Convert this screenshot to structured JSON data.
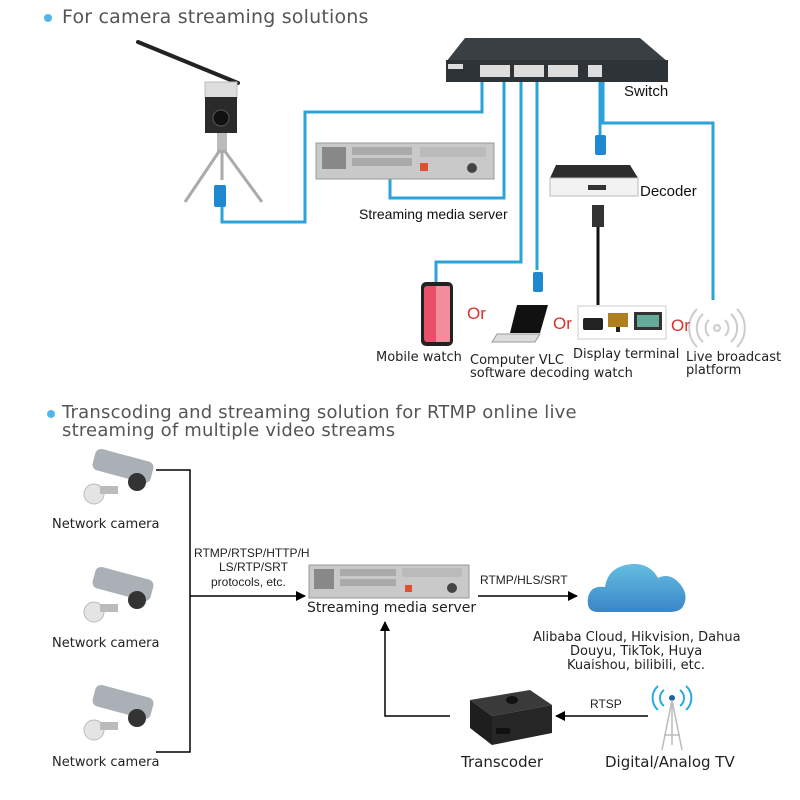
{
  "section1": {
    "heading": "For camera streaming solutions",
    "labels": {
      "switch": "Switch",
      "streaming_server": "Streaming media server",
      "decoder": "Decoder",
      "mobile": "Mobile watch",
      "computer_line1": "Computer VLC",
      "computer_line2": "software decoding watch",
      "display": "Display terminal",
      "live_line1": "Live broadcast",
      "live_line2": "platform"
    },
    "or_label": "Or",
    "colors": {
      "cable": "#2aa3d8",
      "or": "#d9302b",
      "bullet": "#4fb8e8"
    }
  },
  "section2": {
    "heading_line1": "Transcoding and streaming solution for RTMP online live",
    "heading_line2": "streaming of multiple video streams",
    "cameras": [
      {
        "label": "Network camera"
      },
      {
        "label": "Network camera"
      },
      {
        "label": "Network camera"
      }
    ],
    "input_protocols": [
      "RTMP/RTSP/HTTP/H",
      "LS/RTP/SRT",
      "protocols, etc."
    ],
    "server_label": "Streaming media server",
    "output_protocol": "RTMP/HLS/SRT",
    "cloud_platforms": [
      "Alibaba Cloud, Hikvision, Dahua",
      "Douyu, TikTok, Huya",
      "Kuaishou, bilibili, etc."
    ],
    "transcoder_label": "Transcoder",
    "tv_label": "Digital/Analog TV",
    "tv_protocol": "RTSP"
  }
}
